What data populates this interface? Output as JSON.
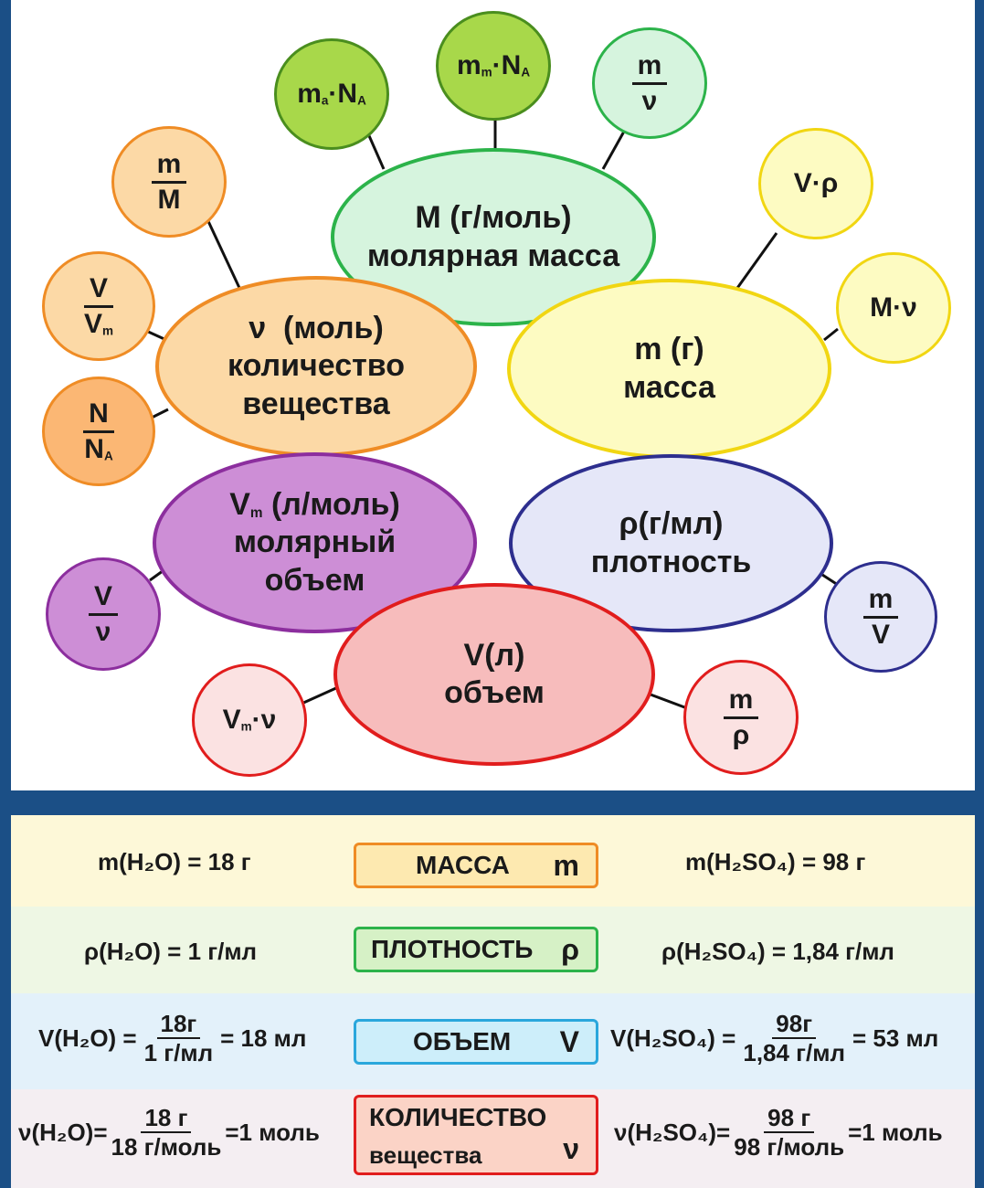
{
  "colors": {
    "frame": "#1b4f86",
    "green_fill": "#d6f4de",
    "green_border": "#2cb34a",
    "lime_fill": "#a8d84a",
    "lime_border": "#4a8e1e",
    "orange_fill": "#fcd9a6",
    "orange_border": "#ef8c25",
    "yellow_fill": "#fdfbc2",
    "yellow_border": "#f1d612",
    "purple_fill": "#cd8ed6",
    "purple_border": "#8c2e9e",
    "blue_fill": "#e5e7f8",
    "blue_border": "#2d2e8e",
    "red_fill": "#f7bcbc",
    "red_border": "#e11d1d"
  },
  "center_nodes": {
    "molar_mass": {
      "line1": "M (г/моль)",
      "line2": "молярная масса"
    },
    "amount": {
      "symbol": "ν",
      "line1": "(моль)",
      "line2": "количество",
      "line3": "вещества"
    },
    "mass": {
      "line1": "m (г)",
      "line2": "масса"
    },
    "molar_volume": {
      "symbol": "V",
      "sub": "m",
      "line1": "(л/моль)",
      "line2": "молярный",
      "line3": "объем"
    },
    "density": {
      "line1": "ρ(г/мл)",
      "line2": "плотность"
    },
    "volume": {
      "line1": "V(л)",
      "line2": "объем"
    }
  },
  "satellites": {
    "ma_na": {
      "a": "m",
      "a_sub": "a",
      "dot": "·",
      "b": "N",
      "b_sub": "A"
    },
    "mm_na": {
      "a": "m",
      "a_sub": "m",
      "dot": "·",
      "b": "N",
      "b_sub": "A"
    },
    "m_over_nu": {
      "num": "m",
      "den": "ν"
    },
    "m_over_M": {
      "num": "m",
      "den": "M"
    },
    "V_over_Vm": {
      "num": "V",
      "den": "V",
      "den_sub": "m"
    },
    "N_over_NA": {
      "num": "N",
      "den": "N",
      "den_sub": "A"
    },
    "v_rho": {
      "text": "V·ρ"
    },
    "M_nu": {
      "text": "M·ν"
    },
    "V_over_nu": {
      "num": "V",
      "den": "ν"
    },
    "m_over_V": {
      "num": "m",
      "den": "V"
    },
    "Vm_nu": {
      "a": "V",
      "a_sub": "m",
      "b": "·ν"
    },
    "m_over_rho": {
      "num": "m",
      "den": "ρ"
    }
  },
  "table": {
    "rows": [
      {
        "bg": "#fdf8d8",
        "left": "m(H₂O) = 18 г",
        "label": "МАССА",
        "symbol": "m",
        "label_fill": "#fde9b0",
        "label_border": "#ef8c25",
        "right": "m(H₂SO₄) = 98 г"
      },
      {
        "bg": "#eef7e4",
        "left": "ρ(H₂O) = 1 г/мл",
        "label": "ПЛОТНОСТЬ",
        "symbol": "ρ",
        "label_fill": "#d6f1c6",
        "label_border": "#2cb34a",
        "right": "ρ(H₂SO₄) = 1,84 г/мл"
      },
      {
        "bg": "#e3f1fa",
        "left_prefix": "V(H₂O) =",
        "left_num": "18г",
        "left_den": "1 г/мл",
        "left_suffix": "= 18 мл",
        "label": "ОБЪЕМ",
        "symbol": "V",
        "label_fill": "#cdeefa",
        "label_border": "#2aa7dc",
        "right_prefix": "V(H₂SO₄) =",
        "right_num": "98г",
        "right_den": "1,84 г/мл",
        "right_suffix": "= 53 мл"
      },
      {
        "bg": "#f4eef2",
        "left_prefix": "ν(H₂O)=",
        "left_num": "18 г",
        "left_den": "18 г/моль",
        "left_suffix": "=1 моль",
        "label": "КОЛИЧЕСТВО",
        "label2": "вещества",
        "symbol": "ν",
        "label_fill": "#fbd3c6",
        "label_border": "#e11d1d",
        "right_prefix": "ν(H₂SO₄)=",
        "right_num": "98 г",
        "right_den": "98 г/моль",
        "right_suffix": "=1 моль"
      }
    ]
  }
}
